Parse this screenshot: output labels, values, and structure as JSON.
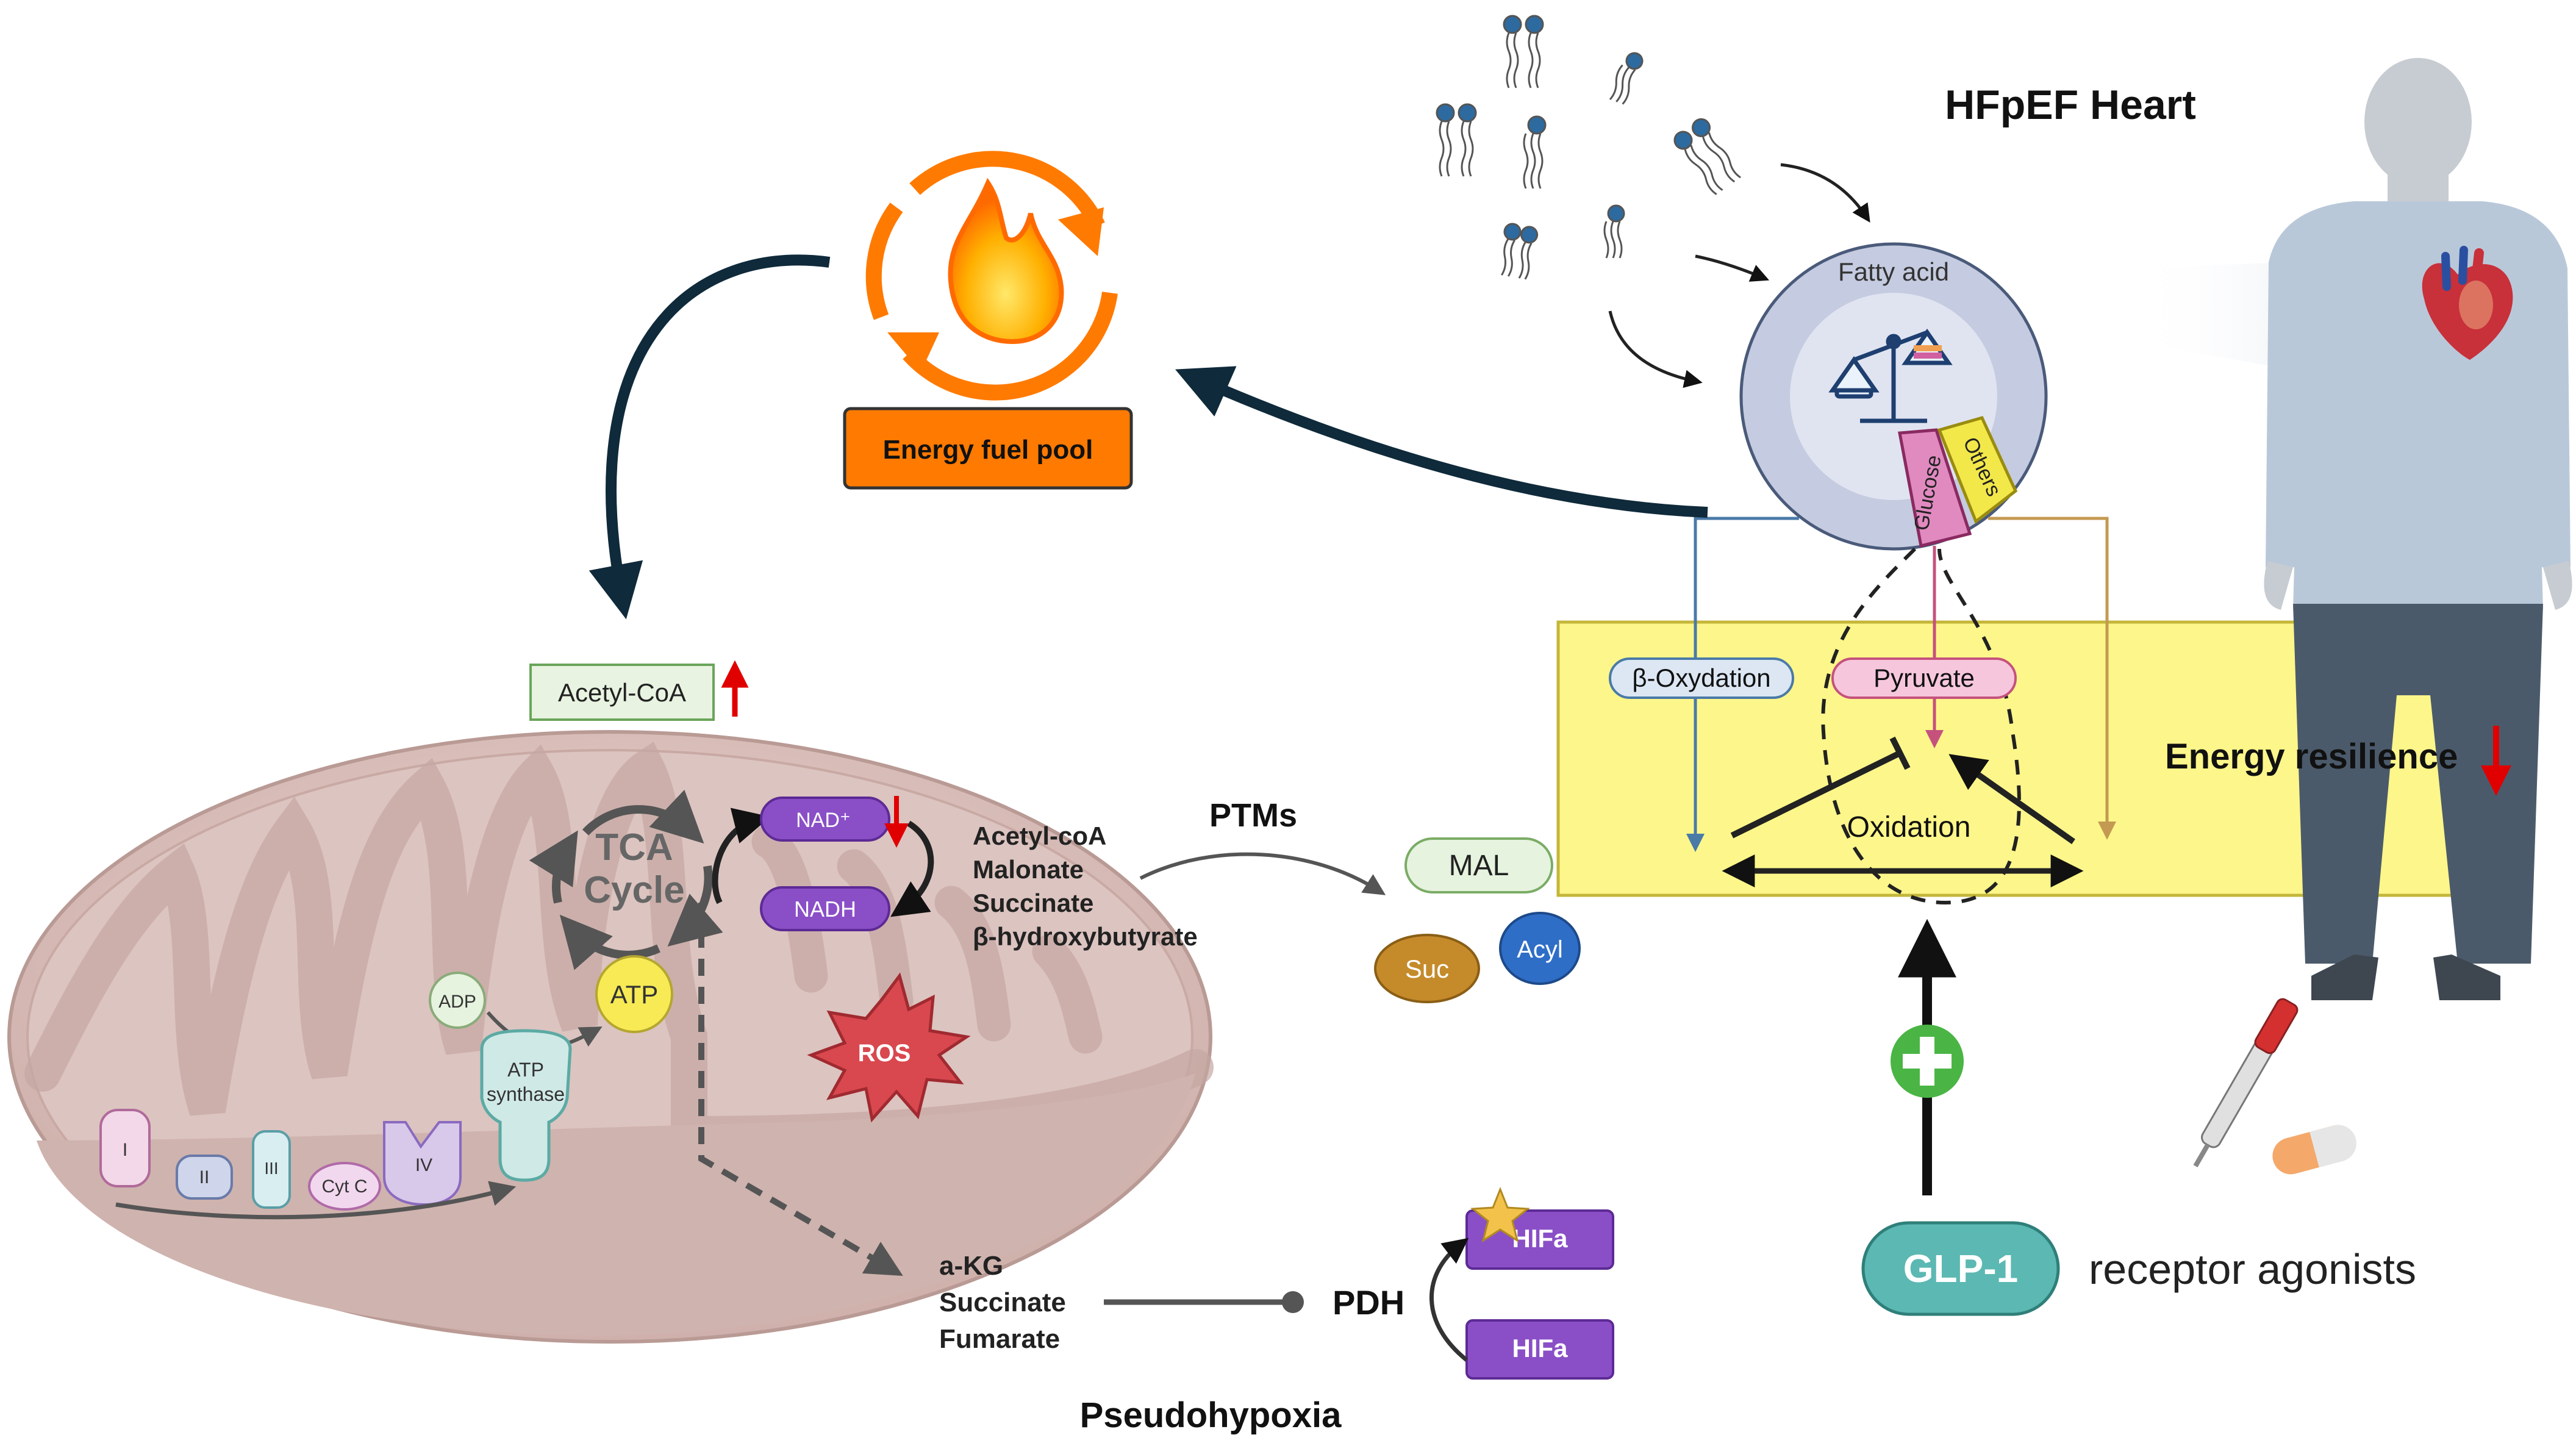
{
  "labels": {
    "hfpef_heart": "HFpEF Heart",
    "fatty_acid": "Fatty acid",
    "glucose": "Glucose",
    "others": "Others",
    "energy_fuel_pool": "Energy fuel pool",
    "acetyl_coa_box": "Acetyl-CoA",
    "beta_oxydation": "β-Oxydation",
    "pyruvate": "Pyruvate",
    "oxidation": "Oxidation",
    "energy_resilience": "Energy resilience",
    "tca_line1": "TCA",
    "tca_line2": "Cycle",
    "nad": "NAD⁺",
    "nadh": "NADH",
    "adp": "ADP",
    "atp": "ATP",
    "atp_synthase_line1": "ATP",
    "atp_synthase_line2": "synthase",
    "ros": "ROS",
    "complex_i": "I",
    "complex_ii": "II",
    "complex_iii": "III",
    "cyt_c": "Cyt C",
    "complex_iv": "IV",
    "ptms": "PTMs",
    "metabolites": [
      "Acetyl-coA",
      "Malonate",
      "Succinate",
      "β-hydroxybutyrate"
    ],
    "mal": "MAL",
    "suc": "Suc",
    "acyl": "Acyl",
    "tca_metabolites": [
      "a-KG",
      "Succinate",
      "Fumarate"
    ],
    "pdh": "PDH",
    "hifa_top": "HIFa",
    "hifa_bottom": "HIFa",
    "pseudohypoxia": "Pseudohypoxia",
    "glp1": "GLP-1",
    "receptor_agonists": "receptor agonists"
  },
  "colors": {
    "orange": "#ff7a00",
    "navy": "#0f2a3a",
    "yellow_panel": "#fdf68a",
    "purple": "#8a4fc7",
    "teal": "#5cb8b2",
    "green": "#4ab544",
    "red": "#e00000",
    "mito": "#d9c0bc"
  }
}
